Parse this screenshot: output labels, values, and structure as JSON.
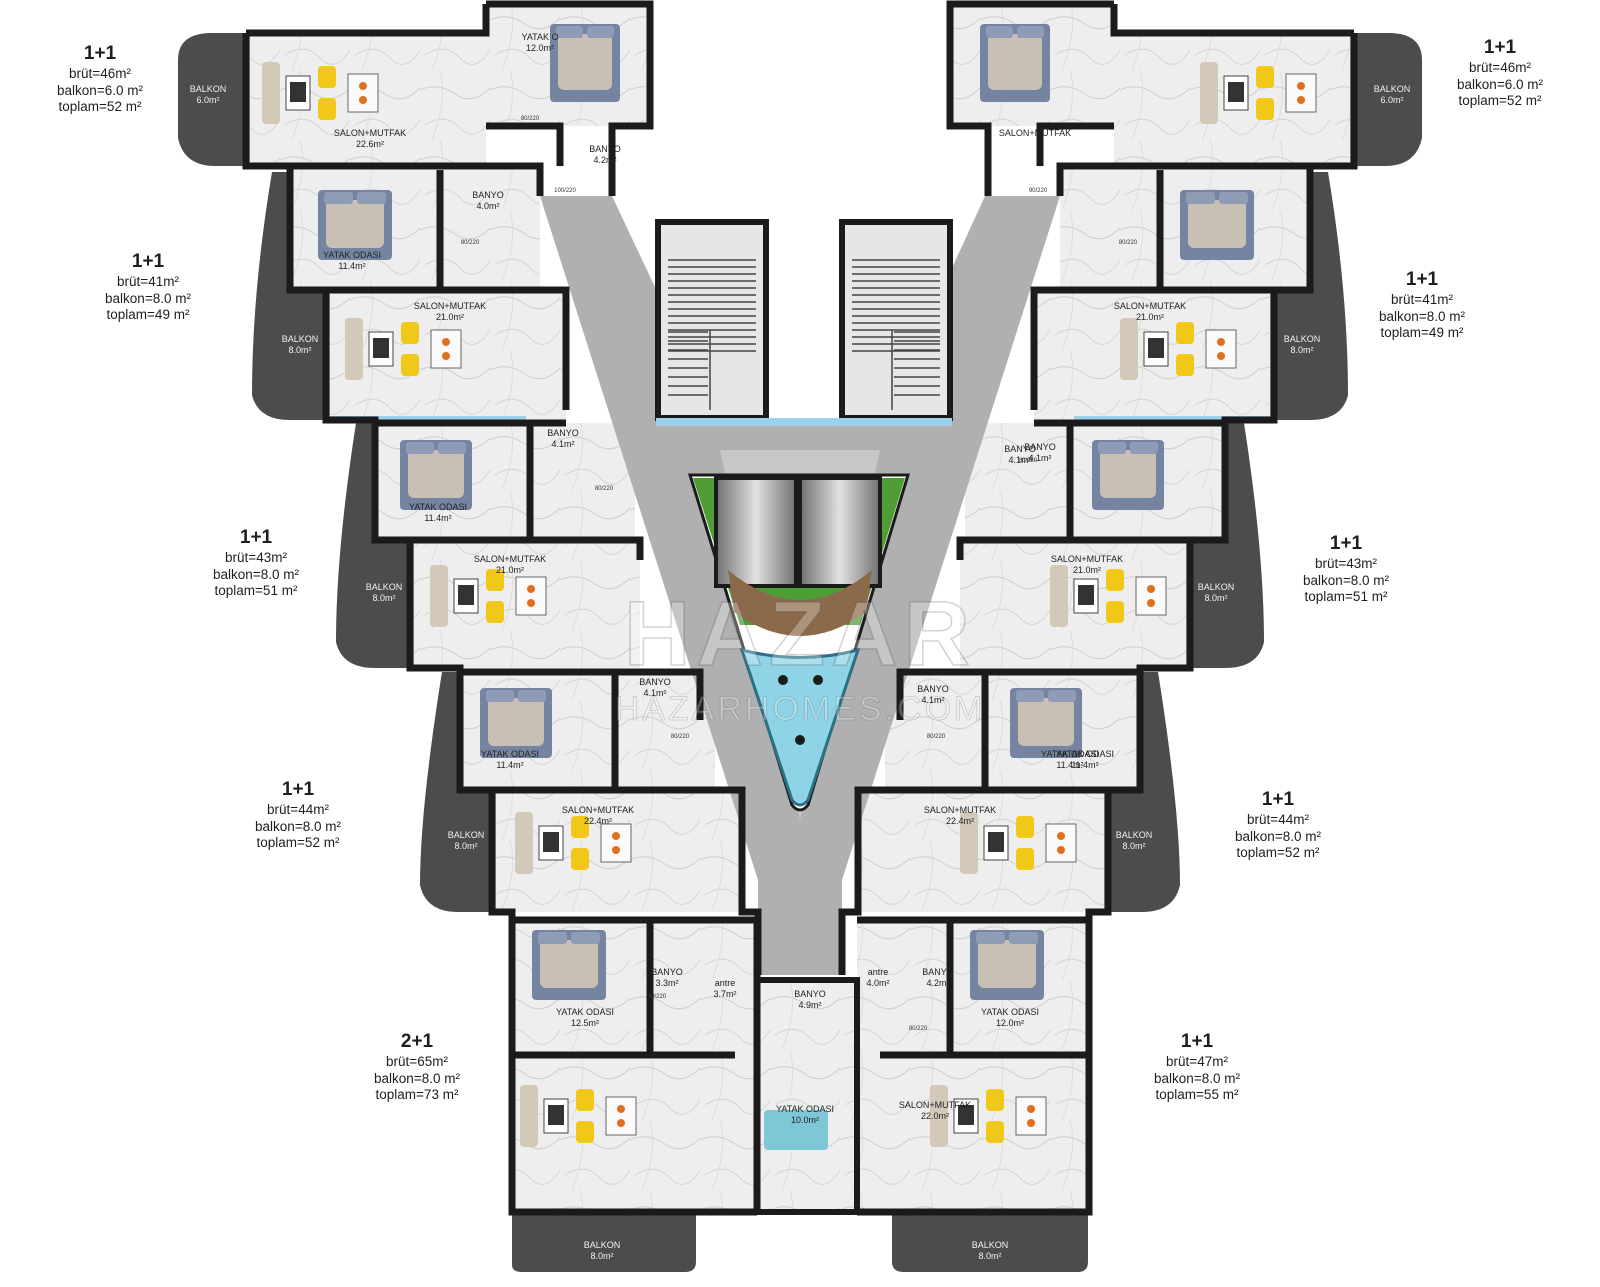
{
  "units": [
    {
      "id": "u-tl",
      "title": "1+1",
      "gross": "brüt=46m²",
      "balcony": "balkon=6.0 m²",
      "total": "toplam=52 m²"
    },
    {
      "id": "u-tr",
      "title": "1+1",
      "gross": "brüt=46m²",
      "balcony": "balkon=6.0 m²",
      "total": "toplam=52 m²"
    },
    {
      "id": "u-l2",
      "title": "1+1",
      "gross": "brüt=41m²",
      "balcony": "balkon=8.0 m²",
      "total": "toplam=49 m²"
    },
    {
      "id": "u-r2",
      "title": "1+1",
      "gross": "brüt=41m²",
      "balcony": "balkon=8.0 m²",
      "total": "toplam=49 m²"
    },
    {
      "id": "u-l3",
      "title": "1+1",
      "gross": "brüt=43m²",
      "balcony": "balkon=8.0 m²",
      "total": "toplam=51 m²"
    },
    {
      "id": "u-r3",
      "title": "1+1",
      "gross": "brüt=43m²",
      "balcony": "balkon=8.0 m²",
      "total": "toplam=51 m²"
    },
    {
      "id": "u-l4",
      "title": "1+1",
      "gross": "brüt=44m²",
      "balcony": "balkon=8.0 m²",
      "total": "toplam=52 m²"
    },
    {
      "id": "u-r4",
      "title": "1+1",
      "gross": "brüt=44m²",
      "balcony": "balkon=8.0 m²",
      "total": "toplam=52 m²"
    },
    {
      "id": "u-bl",
      "title": "2+1",
      "gross": "brüt=65m²",
      "balcony": "balkon=8.0 m²",
      "total": "toplam=73 m²"
    },
    {
      "id": "u-br",
      "title": "1+1",
      "gross": "brüt=47m²",
      "balcony": "balkon=8.0 m²",
      "total": "toplam=55 m²"
    }
  ],
  "rooms": [
    {
      "n": "YATAK O",
      "a": "12.0m²"
    },
    {
      "n": "SALON+MUTFAK",
      "a": "22.6m²"
    },
    {
      "n": "BANYO",
      "a": "4.2m²"
    },
    {
      "n": "BANYO",
      "a": "4.0m²"
    },
    {
      "n": "YATAK ODASI",
      "a": "11.4m²"
    },
    {
      "n": "SALON+MUTFAK",
      "a": "21.0m²"
    },
    {
      "n": "BANYO",
      "a": "4.1m²"
    },
    {
      "n": "YATAK ODASI",
      "a": "11.4m²"
    },
    {
      "n": "SALON+MUTFAK",
      "a": "21.0m²"
    },
    {
      "n": "BANYO",
      "a": "4.1m²"
    },
    {
      "n": "YATAK ODASI",
      "a": "11.4m²"
    },
    {
      "n": "SALON+MUTFAK",
      "a": "22.4m²"
    },
    {
      "n": "YATAK ODASI",
      "a": "12.5m²"
    },
    {
      "n": "BANYO",
      "a": "3.3m²"
    },
    {
      "n": "antre",
      "a": "3.7m²"
    },
    {
      "n": "BANYO",
      "a": "4.9m²"
    },
    {
      "n": "YATAK ODASI",
      "a": "10.0m²"
    },
    {
      "n": "SALON+MUTFAK",
      "a": ""
    },
    {
      "n": "BANYO",
      "a": "4.1m²"
    },
    {
      "n": "YATAK ODASI",
      "a": "11.4m²"
    },
    {
      "n": "SALON+MUTFAK",
      "a": "21.0m²"
    },
    {
      "n": "BANYO",
      "a": "4.1m²"
    },
    {
      "n": "SALON+MUTFAK",
      "a": "21.0m²"
    },
    {
      "n": "BANYO",
      "a": "4.1m²"
    },
    {
      "n": "YATAK ODASI",
      "a": "11.4m²"
    },
    {
      "n": "SALON+MUTFAK",
      "a": "22.4m²"
    },
    {
      "n": "antre",
      "a": "4.0m²"
    },
    {
      "n": "BANYO",
      "a": "4.2m²"
    },
    {
      "n": "YATAK ODASI",
      "a": "12.0m²"
    },
    {
      "n": "SALON+MUTFAK",
      "a": "22.0m²"
    }
  ],
  "balconies": [
    {
      "n": "BALKON",
      "a": "6.0m²"
    },
    {
      "n": "BALKON",
      "a": "8.0m²"
    },
    {
      "n": "BALKON",
      "a": "8.0m²"
    },
    {
      "n": "BALKON",
      "a": "8.0m²"
    },
    {
      "n": "BALKON",
      "a": "8.0m²"
    },
    {
      "n": "BALKON",
      "a": "6.0m²"
    },
    {
      "n": "BALKON",
      "a": "8.0m²"
    },
    {
      "n": "BALKON",
      "a": "8.0m²"
    },
    {
      "n": "BALKON",
      "a": "8.0m²"
    },
    {
      "n": "BALKON",
      "a": "8.0m²"
    }
  ],
  "door_tags": [
    "80/220",
    "100/220",
    "80/220",
    "80/220",
    "80/220",
    "80/220",
    "90/220",
    "80/220",
    "80/220",
    "80/220",
    "80/220"
  ],
  "watermark": {
    "logo": "HAZAR",
    "url": "HAZARHOMES.COM"
  },
  "colors": {
    "wall": "#1b1b1b",
    "corridor": "#b0b0b0",
    "balcony": "#4c4c4c",
    "marble": "#eeeeee",
    "bedroom": "#dcdcdc",
    "bed": "#7585a1",
    "sofa": "#d4c8b8",
    "chair": "#f2c818",
    "glass": "#9fd0ea",
    "pool": "#8fd3e6",
    "grass": "#4e9d35",
    "deck": "#8b6a4b"
  }
}
